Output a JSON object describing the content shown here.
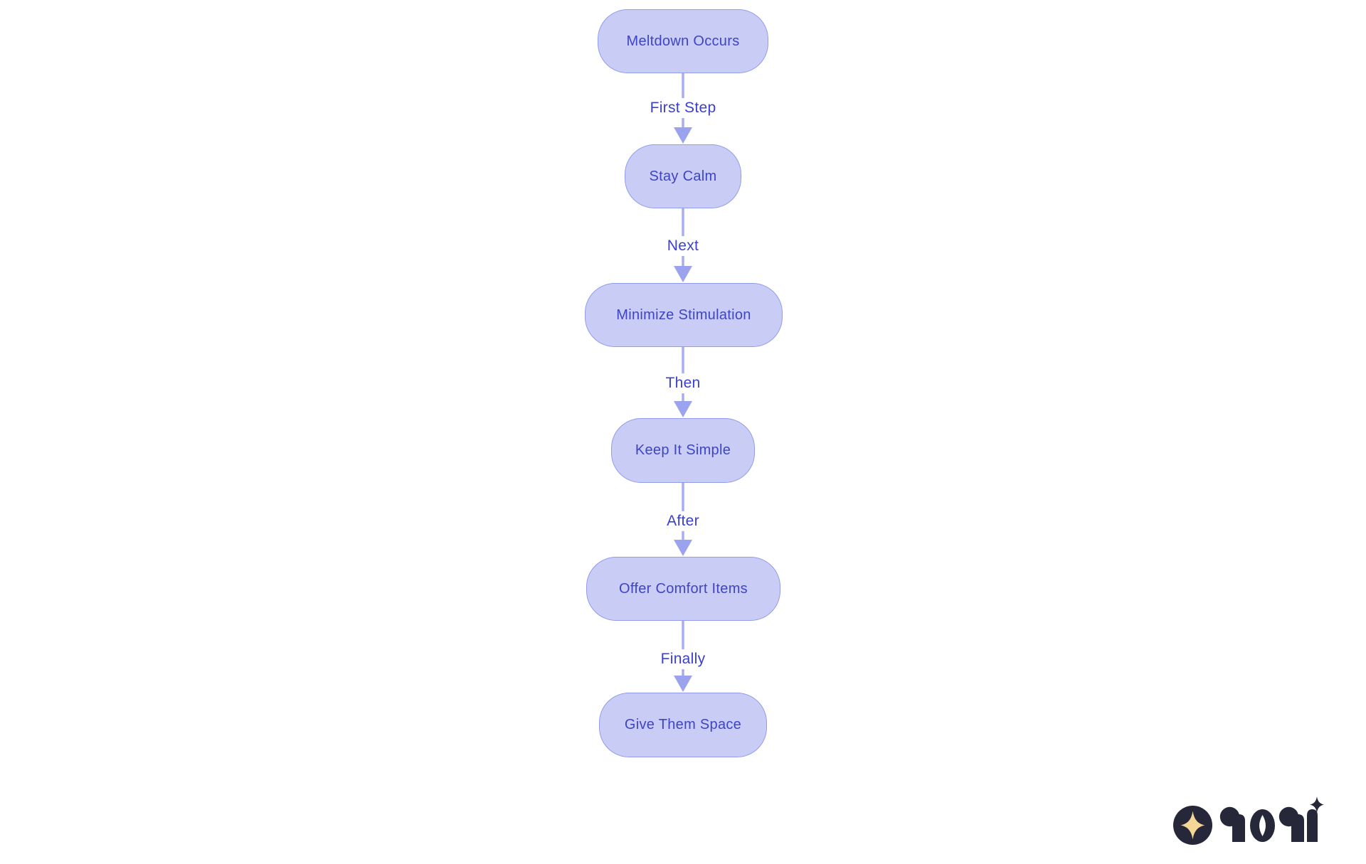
{
  "flowchart": {
    "nodes": [
      {
        "id": "meltdown-occurs",
        "label": "Meltdown Occurs"
      },
      {
        "id": "stay-calm",
        "label": "Stay Calm"
      },
      {
        "id": "minimize-stimulation",
        "label": "Minimize Stimulation"
      },
      {
        "id": "keep-it-simple",
        "label": "Keep It Simple"
      },
      {
        "id": "offer-comfort-items",
        "label": "Offer Comfort Items"
      },
      {
        "id": "give-them-space",
        "label": "Give Them Space"
      }
    ],
    "edges": [
      {
        "from": "meltdown-occurs",
        "to": "stay-calm",
        "label": "First Step"
      },
      {
        "from": "stay-calm",
        "to": "minimize-stimulation",
        "label": "Next"
      },
      {
        "from": "minimize-stimulation",
        "to": "keep-it-simple",
        "label": "Then"
      },
      {
        "from": "keep-it-simple",
        "to": "offer-comfort-items",
        "label": "After"
      },
      {
        "from": "offer-comfort-items",
        "to": "give-them-space",
        "label": "Finally"
      }
    ],
    "colors": {
      "node_fill": "#c9cdf6",
      "node_border": "#939bec",
      "node_text": "#3e44c4",
      "edge_line": "#a8adf2",
      "edge_arrow": "#9ba3ee",
      "edge_label_text": "#3b40cf",
      "background": "#ffffff",
      "logo_dark": "#27273a",
      "logo_cream": "#f4d795"
    }
  },
  "branding": {
    "logo_text": "rori"
  }
}
